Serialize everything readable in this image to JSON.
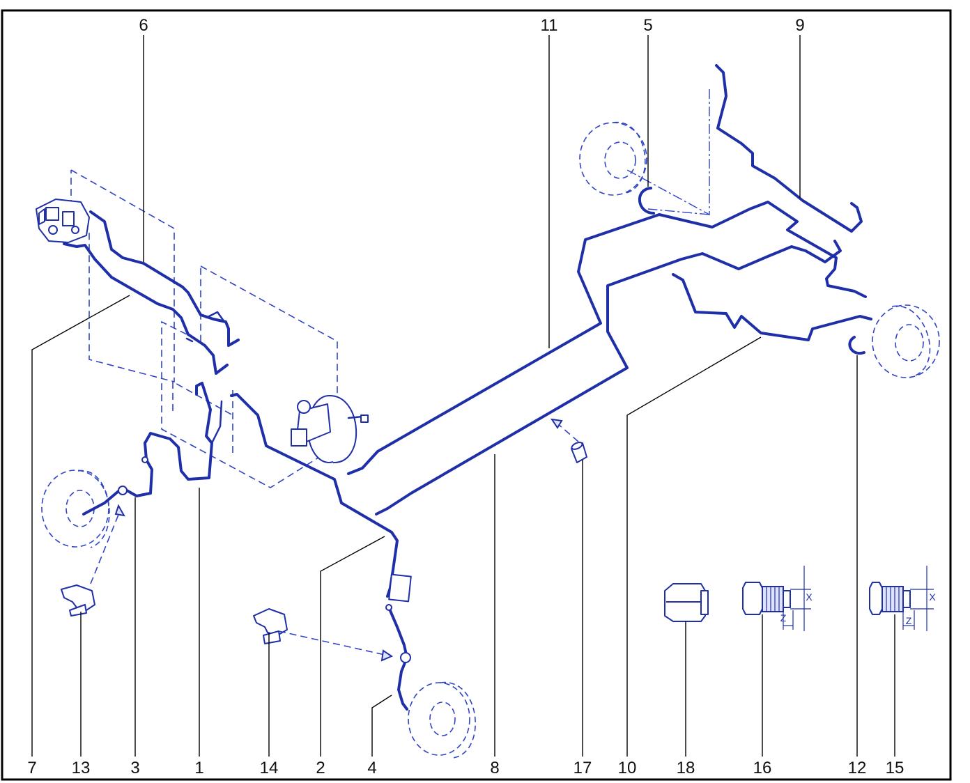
{
  "callouts": {
    "top": [
      "6",
      "11",
      "5",
      "9"
    ],
    "bottom": [
      "7",
      "13",
      "3",
      "1",
      "14",
      "2",
      "4",
      "8",
      "17",
      "10",
      "18",
      "16",
      "12",
      "15"
    ]
  },
  "dimension_labels": {
    "x": "X",
    "z": "Z"
  },
  "colors": {
    "line": "#1e2fa8",
    "frame": "#000000"
  }
}
